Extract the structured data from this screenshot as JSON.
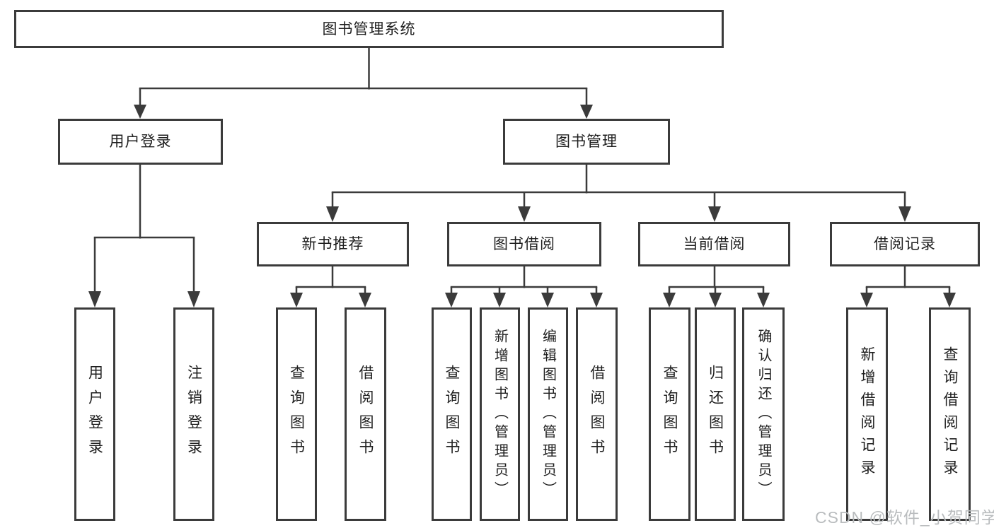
{
  "diagram_title": "图书管理系统",
  "tree": {
    "root": {
      "label": "图书管理系统",
      "children": [
        {
          "label": "用户登录",
          "children": [
            {
              "label": "用户登录"
            },
            {
              "label": "注销登录"
            }
          ]
        },
        {
          "label": "图书管理",
          "children": [
            {
              "label": "新书推荐",
              "children": [
                {
                  "label": "查询图书"
                },
                {
                  "label": "借阅图书"
                }
              ]
            },
            {
              "label": "图书借阅",
              "children": [
                {
                  "label": "查询图书"
                },
                {
                  "label": "新增图书（管理员）"
                },
                {
                  "label": "编辑图书（管理员）"
                },
                {
                  "label": "借阅图书"
                }
              ]
            },
            {
              "label": "当前借阅",
              "children": [
                {
                  "label": "查询图书"
                },
                {
                  "label": "归还图书"
                },
                {
                  "label": "确认归还（管理员）"
                }
              ]
            },
            {
              "label": "借阅记录",
              "children": [
                {
                  "label": "新增借阅记录"
                },
                {
                  "label": "查询借阅记录"
                }
              ]
            }
          ]
        }
      ]
    }
  },
  "watermark": {
    "text": "CSDN @软件_小贺同学"
  },
  "colors": {
    "line": "#3b3b3b",
    "text": "#1f1f1f",
    "bg": "#ffffff",
    "watermark": "#b9bcbe"
  }
}
